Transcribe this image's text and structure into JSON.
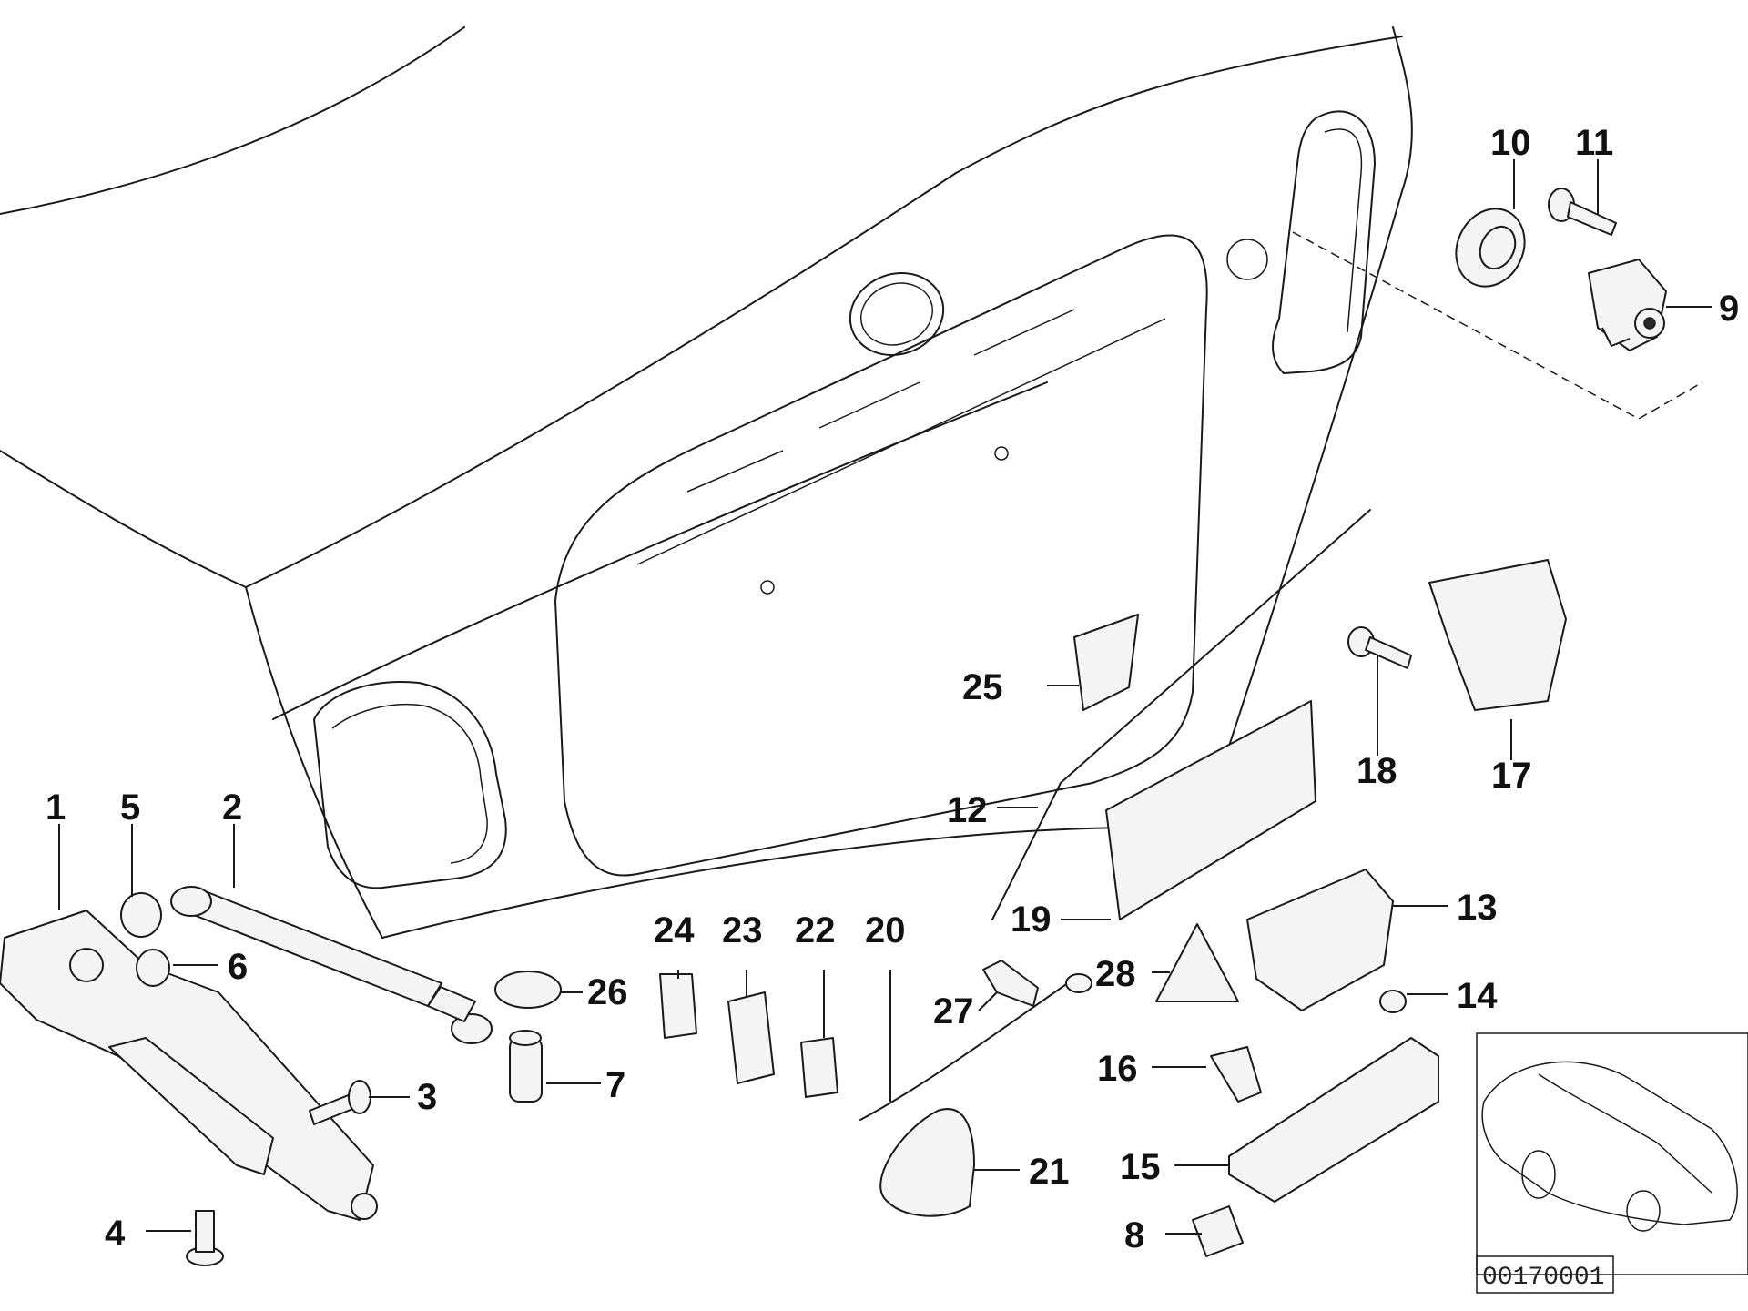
{
  "diagram": {
    "reference_code": "00170001",
    "callouts": [
      {
        "id": "1",
        "label": "1"
      },
      {
        "id": "2",
        "label": "2"
      },
      {
        "id": "3",
        "label": "3"
      },
      {
        "id": "4",
        "label": "4"
      },
      {
        "id": "5",
        "label": "5"
      },
      {
        "id": "6",
        "label": "6"
      },
      {
        "id": "7",
        "label": "7"
      },
      {
        "id": "8",
        "label": "8"
      },
      {
        "id": "9",
        "label": "9"
      },
      {
        "id": "10",
        "label": "10"
      },
      {
        "id": "11",
        "label": "11"
      },
      {
        "id": "12",
        "label": "12"
      },
      {
        "id": "13",
        "label": "13"
      },
      {
        "id": "14",
        "label": "14"
      },
      {
        "id": "15",
        "label": "15"
      },
      {
        "id": "16",
        "label": "16"
      },
      {
        "id": "17",
        "label": "17"
      },
      {
        "id": "18",
        "label": "18"
      },
      {
        "id": "19",
        "label": "19"
      },
      {
        "id": "20",
        "label": "20"
      },
      {
        "id": "21",
        "label": "21"
      },
      {
        "id": "22",
        "label": "22"
      },
      {
        "id": "23",
        "label": "23"
      },
      {
        "id": "24",
        "label": "24"
      },
      {
        "id": "25",
        "label": "25"
      },
      {
        "id": "26",
        "label": "26"
      },
      {
        "id": "27",
        "label": "27"
      },
      {
        "id": "28",
        "label": "28"
      }
    ]
  }
}
